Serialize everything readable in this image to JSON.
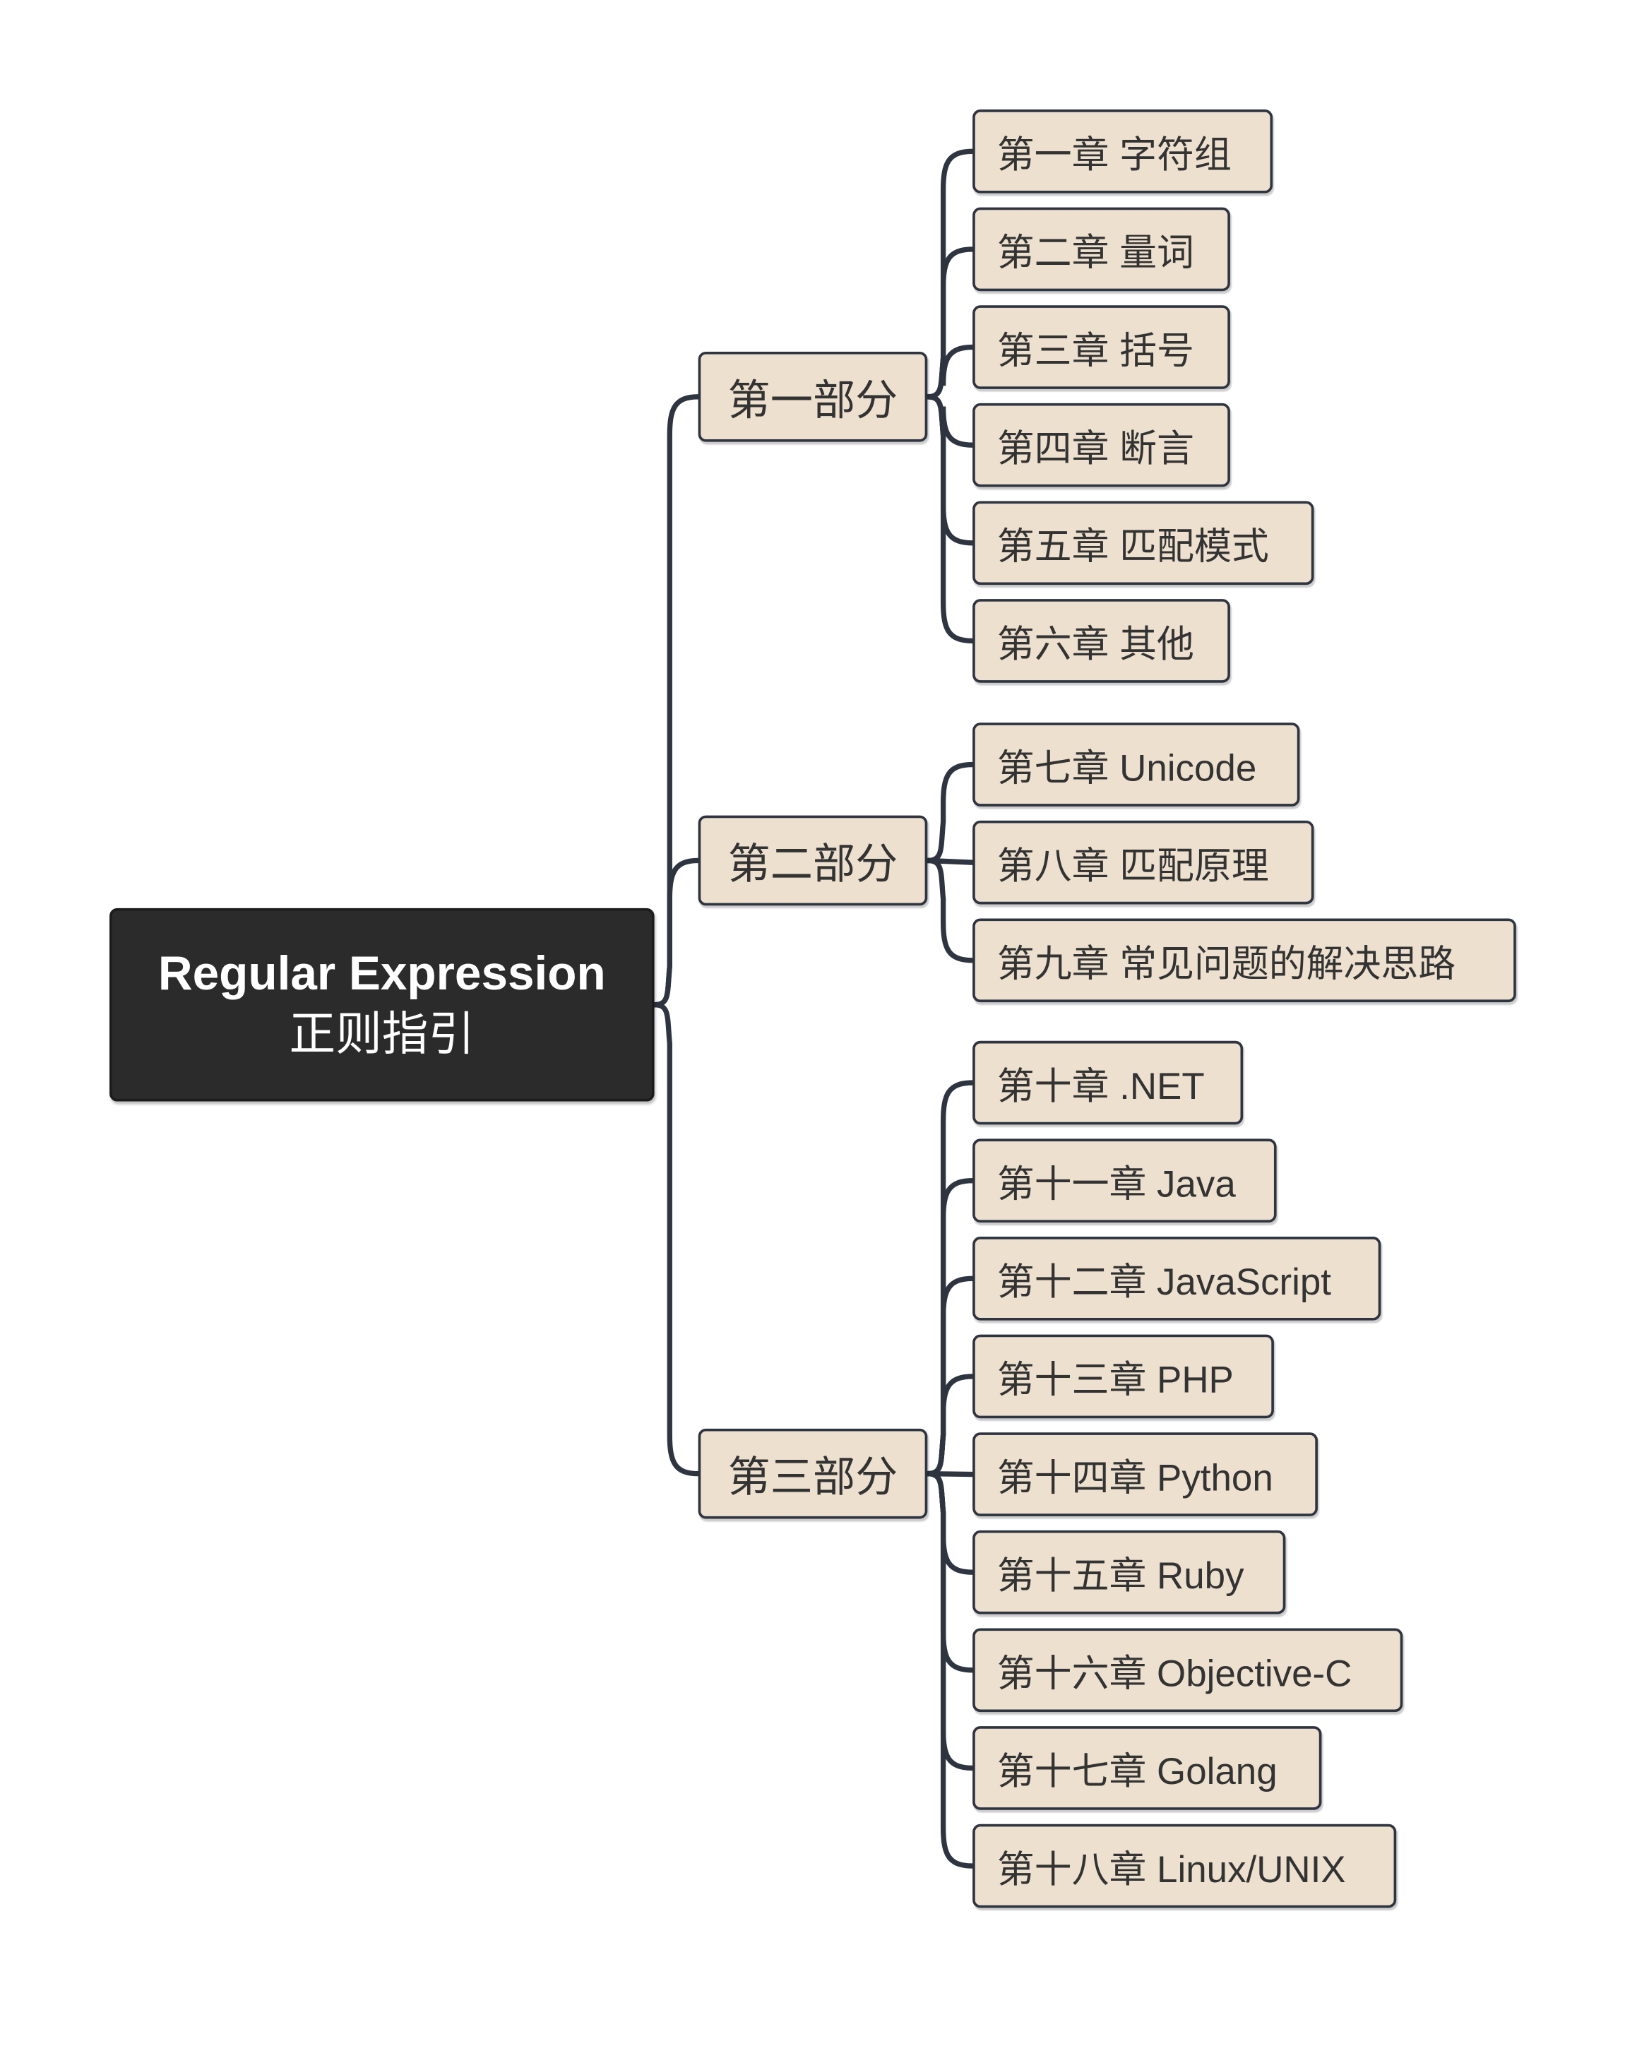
{
  "root": {
    "title": "Regular Expression",
    "subtitle": "正则指引"
  },
  "parts": [
    {
      "label": "第一部分",
      "chapters": [
        "第一章 字符组",
        "第二章 量词",
        "第三章 括号",
        "第四章 断言",
        "第五章 匹配模式",
        "第六章 其他"
      ]
    },
    {
      "label": "第二部分",
      "chapters": [
        "第七章 Unicode",
        "第八章 匹配原理",
        "第九章 常见问题的解决思路"
      ]
    },
    {
      "label": "第三部分",
      "chapters": [
        "第十章 .NET",
        "第十一章 Java",
        "第十二章 JavaScript",
        "第十三章 PHP",
        "第十四章 Python",
        "第十五章 Ruby",
        "第十六章 Objective-C",
        "第十七章 Golang",
        "第十八章 Linux/UNIX"
      ]
    }
  ],
  "colors": {
    "node_fill": "#ede0cf",
    "line": "#2e3440",
    "root_fill": "#2b2b2b"
  }
}
